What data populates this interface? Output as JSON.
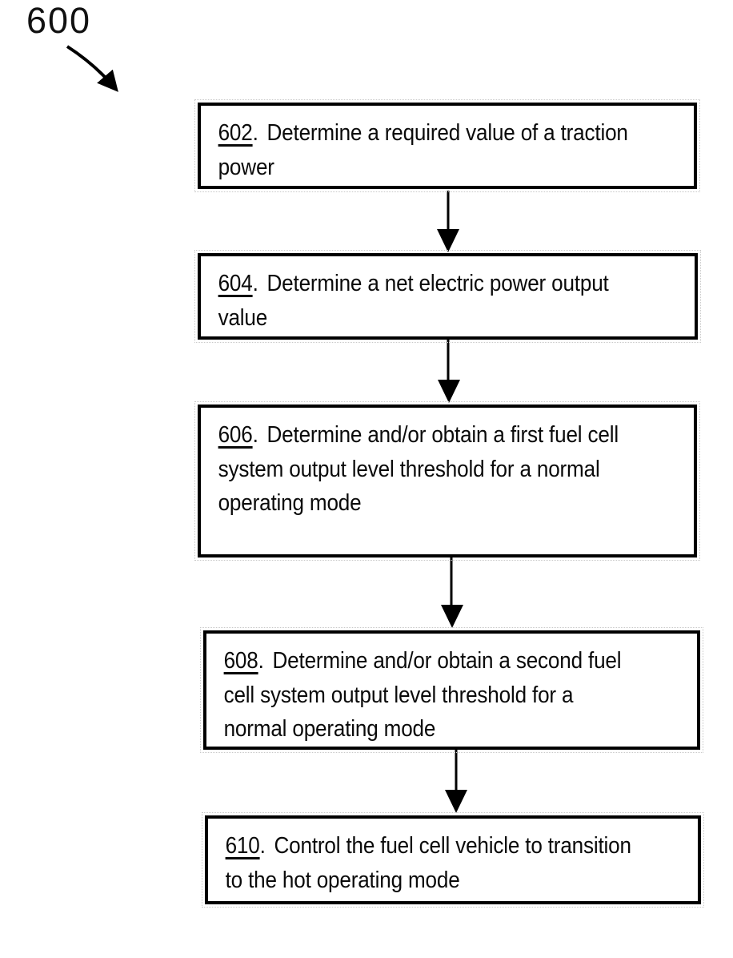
{
  "figure": {
    "reference_label": "600",
    "separator": ".",
    "colors": {
      "line": "#000000",
      "background": "#ffffff",
      "text": "#0a0a0a"
    },
    "steps": [
      {
        "number": "602",
        "text": "Determine a required value of a traction power",
        "lines": [
          "Determine a required value of a traction",
          "power"
        ]
      },
      {
        "number": "604",
        "text": "Determine a net electric power output value",
        "lines": [
          "Determine a net electric power output",
          "value"
        ]
      },
      {
        "number": "606",
        "text": "Determine and/or obtain a first fuel cell system output level threshold for a normal operating mode",
        "lines": [
          "Determine and/or obtain a first fuel cell",
          "system output level threshold for a normal",
          "operating mode"
        ]
      },
      {
        "number": "608",
        "text": "Determine and/or obtain a second fuel cell system output level threshold for a normal operating mode",
        "lines": [
          "Determine and/or obtain a second fuel",
          "cell system output level threshold for a",
          "normal operating mode"
        ]
      },
      {
        "number": "610",
        "text": "Control the fuel cell vehicle to transition to the hot operating mode",
        "lines": [
          "Control the fuel cell vehicle to transition",
          "to the hot operating mode"
        ]
      }
    ]
  }
}
